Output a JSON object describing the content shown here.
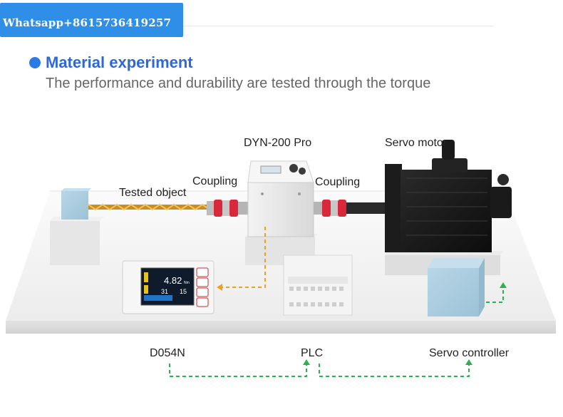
{
  "banner": {
    "contact": "Whatsapp+8615736419257",
    "color": "#2f8ee8"
  },
  "header": {
    "title": "Material experiment",
    "subtitle": "The performance and durability are tested through the torque",
    "accent": "#2e67d8"
  },
  "diagram": {
    "labels": {
      "tested_object": "Tested object",
      "coupling_left": "Coupling",
      "coupling_right": "Coupling",
      "sensor": "DYN-200 Pro",
      "servo_motor": "Servo motor",
      "display": "D054N",
      "plc": "PLC",
      "servo_controller": "Servo controller"
    },
    "display_readout": {
      "value": "4.82",
      "unit": "Nm",
      "secondary_left": "31",
      "secondary_right": "15"
    },
    "colors": {
      "signal_orange": "#f0a020",
      "signal_green": "#2bb24c",
      "coupling_red": "#d9283a",
      "box_blue": "#a9ccdf"
    }
  }
}
